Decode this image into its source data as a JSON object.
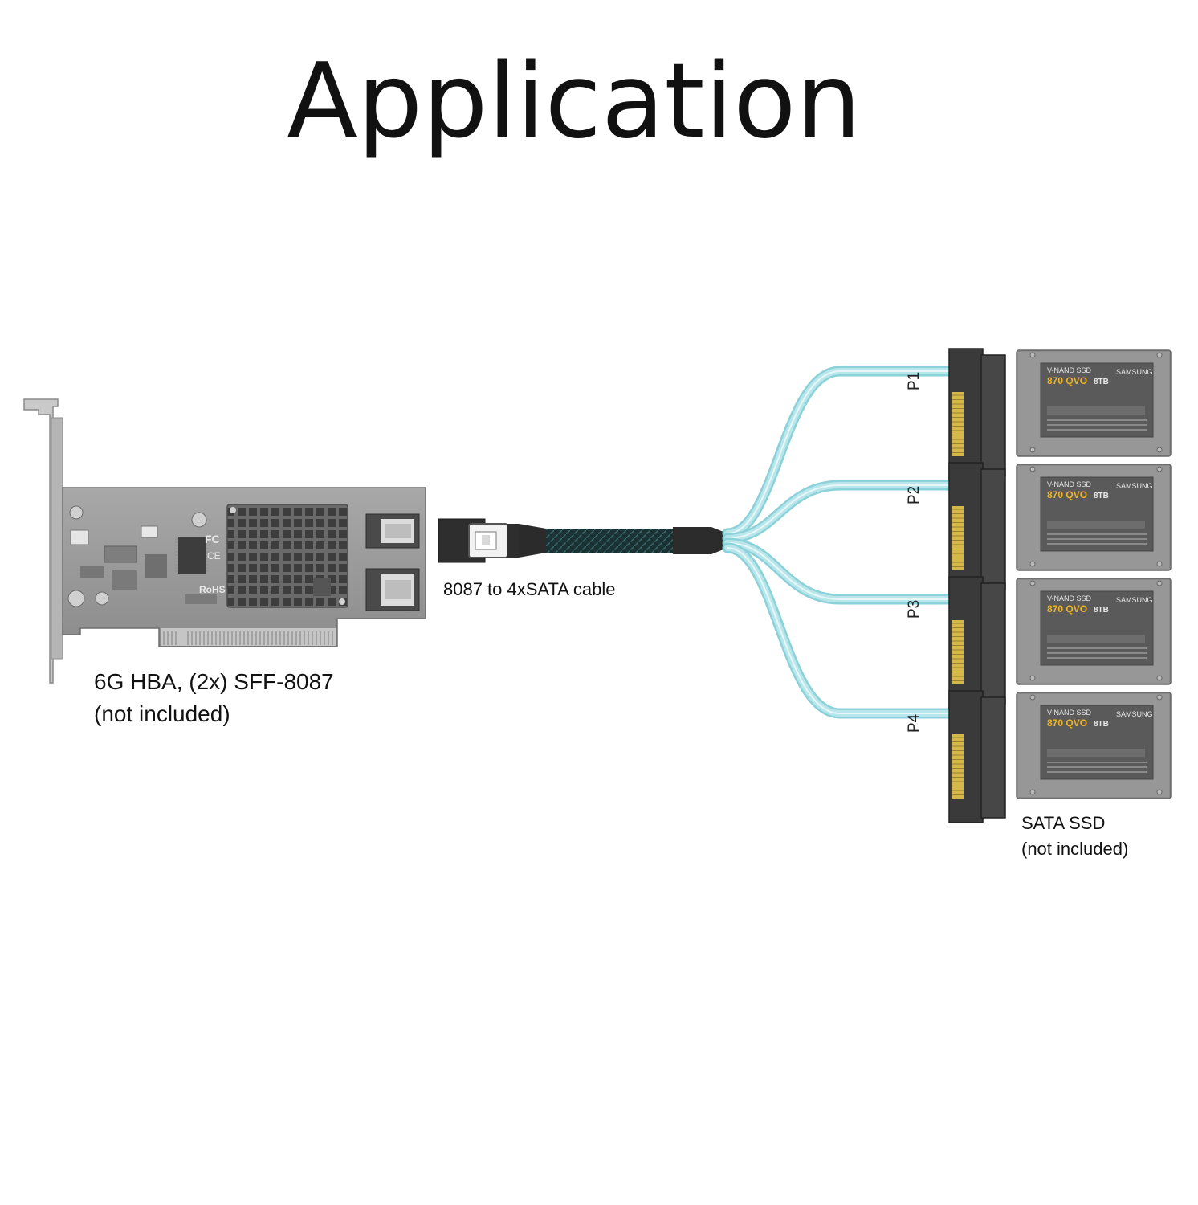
{
  "title": "Application",
  "labels": {
    "hba": [
      "6G HBA, (2x) SFF-8087",
      "(not included)"
    ],
    "cable": "8087 to 4xSATA cable",
    "ssd": [
      "SATA SSD",
      "(not included)"
    ]
  },
  "ports": [
    "P1",
    "P2",
    "P3",
    "P4"
  ],
  "ssd_print": {
    "brand": "SAMSUNG",
    "model": "870 QVO",
    "capacity": "8TB",
    "small": "V-NAND SSD"
  },
  "hba_print": {
    "cert_fc": "FC",
    "cert_ce": "CE",
    "rohs": "RoHS"
  },
  "colors": {
    "cable_light": "#b9e6ea",
    "cable_mid": "#8ad1d9",
    "trunk": "#1f3a3c",
    "ssd_body": "#8a8a8a",
    "ssd_label": "#5a5a5a",
    "connector": "#3a3a3a",
    "gold": "#d6b84a"
  }
}
